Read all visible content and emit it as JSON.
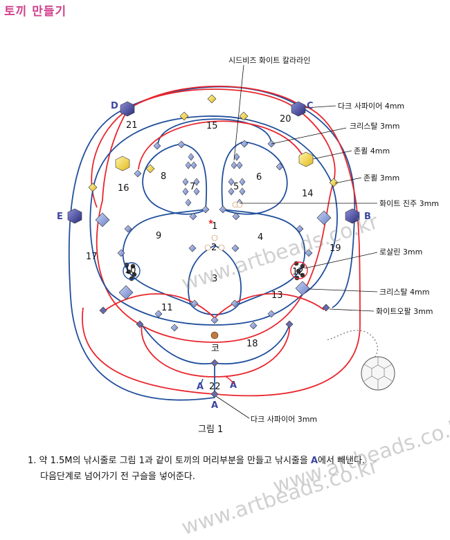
{
  "title": "토끼 만들기",
  "labels": {
    "top": "시드비즈 화이트 칼라라인",
    "dark_sapphire_c": "다크 사파이어 4mm",
    "crystal_3": "크리스탈 3mm",
    "jonquil_4": "존퀼 4mm",
    "jonquil_3": "존퀼 3mm",
    "white_pearl": "화이트 진주 3mm",
    "rosaline": "로살린 3mm",
    "crystal_4": "크리스탈 4mm",
    "white_opal": "화이트오팔 3mm",
    "dark_sapphire_bottom": "다크 사파이어 3mm"
  },
  "corners": {
    "a1": "A",
    "a2": "A",
    "a3": "A",
    "b": "B",
    "c": "C",
    "d": "D",
    "e": "E"
  },
  "numbers": {
    "n1": "1",
    "n2": "2",
    "n3": "3",
    "n4": "4",
    "n5": "5",
    "n6": "6",
    "n7": "7",
    "n8": "8",
    "n9": "9",
    "n10": "10",
    "n11": "11",
    "n12": "12",
    "n13": "13",
    "n14": "14",
    "n15": "15",
    "n16": "16",
    "n17": "17",
    "n18": "18",
    "n19": "19",
    "n20": "20",
    "n21": "21",
    "n22": "22",
    "nk": "코"
  },
  "caption": "그림 1",
  "instruction": {
    "line1_a": "1. 약 1.5M의 낚시줄로 그림 1과 같이 토끼의 머리부분을 만들고 낚시줄을 ",
    "line1_hl": "A",
    "line1_b": "에서 빼낸다.",
    "line2": "다음단계로 넘어가기 전 구슬을 넣어준다."
  },
  "watermarks": [
    "www.artbeads.co.kr",
    "www.artbeads.co.kr",
    "www.artbeads.co.kr"
  ],
  "colors": {
    "red": "#e8262d",
    "blue": "#1f4e9c",
    "title": "#d2418c",
    "accent": "#3c46a0"
  }
}
